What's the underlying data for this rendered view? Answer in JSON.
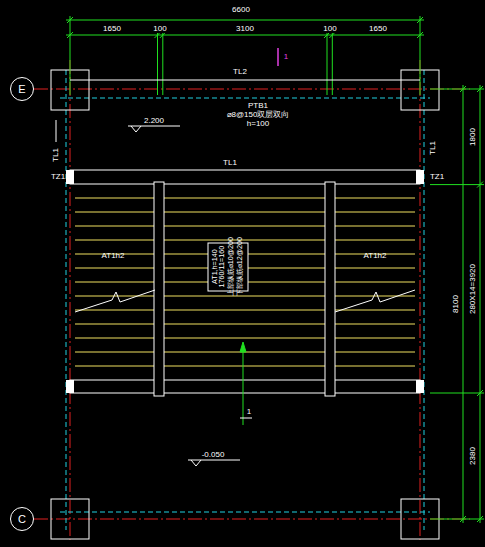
{
  "diagram": {
    "nodes": [
      {
        "text": [
          "E"
        ]
      },
      {
        "text": [
          "C"
        ]
      }
    ],
    "labels": [
      "6600",
      "1650",
      "100",
      "3100",
      "100",
      "1650",
      "TL2",
      "1",
      "2.200",
      "PTB1",
      "⌀8@150双层双向",
      "h=100",
      "TL1",
      "TL1",
      "TL1",
      "TZ1",
      "TZ1",
      "AT1h2",
      "AT1h2",
      "AT1,h=140",
      "1760/11=160",
      "上部纵筋⌀10@200",
      "下部纵筋⌀12@200",
      "1",
      "-0.050",
      "1800",
      "280X14=3920",
      "8100",
      "2380"
    ]
  }
}
